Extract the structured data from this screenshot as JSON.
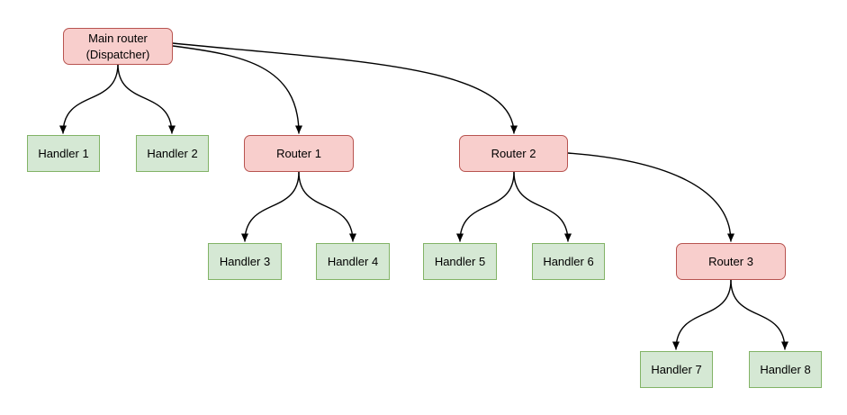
{
  "diagram": {
    "nodes": {
      "main": {
        "label_line1": "Main router",
        "label_line2": "(Dispatcher)",
        "type": "router"
      },
      "router1": {
        "label": "Router 1",
        "type": "router"
      },
      "router2": {
        "label": "Router 2",
        "type": "router"
      },
      "router3": {
        "label": "Router 3",
        "type": "router"
      },
      "handler1": {
        "label": "Handler 1",
        "type": "handler"
      },
      "handler2": {
        "label": "Handler 2",
        "type": "handler"
      },
      "handler3": {
        "label": "Handler 3",
        "type": "handler"
      },
      "handler4": {
        "label": "Handler 4",
        "type": "handler"
      },
      "handler5": {
        "label": "Handler 5",
        "type": "handler"
      },
      "handler6": {
        "label": "Handler 6",
        "type": "handler"
      },
      "handler7": {
        "label": "Handler 7",
        "type": "handler"
      },
      "handler8": {
        "label": "Handler 8",
        "type": "handler"
      }
    },
    "edges": [
      {
        "from": "main",
        "to": "handler1"
      },
      {
        "from": "main",
        "to": "handler2"
      },
      {
        "from": "main",
        "to": "router1"
      },
      {
        "from": "main",
        "to": "router2"
      },
      {
        "from": "router1",
        "to": "handler3"
      },
      {
        "from": "router1",
        "to": "handler4"
      },
      {
        "from": "router2",
        "to": "handler5"
      },
      {
        "from": "router2",
        "to": "handler6"
      },
      {
        "from": "router2",
        "to": "router3"
      },
      {
        "from": "router3",
        "to": "handler7"
      },
      {
        "from": "router3",
        "to": "handler8"
      }
    ],
    "colors": {
      "router_fill": "#f8cecc",
      "router_border": "#b85450",
      "handler_fill": "#d5e8d4",
      "handler_border": "#82b366",
      "edge_stroke": "#000000",
      "background": "#ffffff",
      "text": "#000000"
    }
  }
}
